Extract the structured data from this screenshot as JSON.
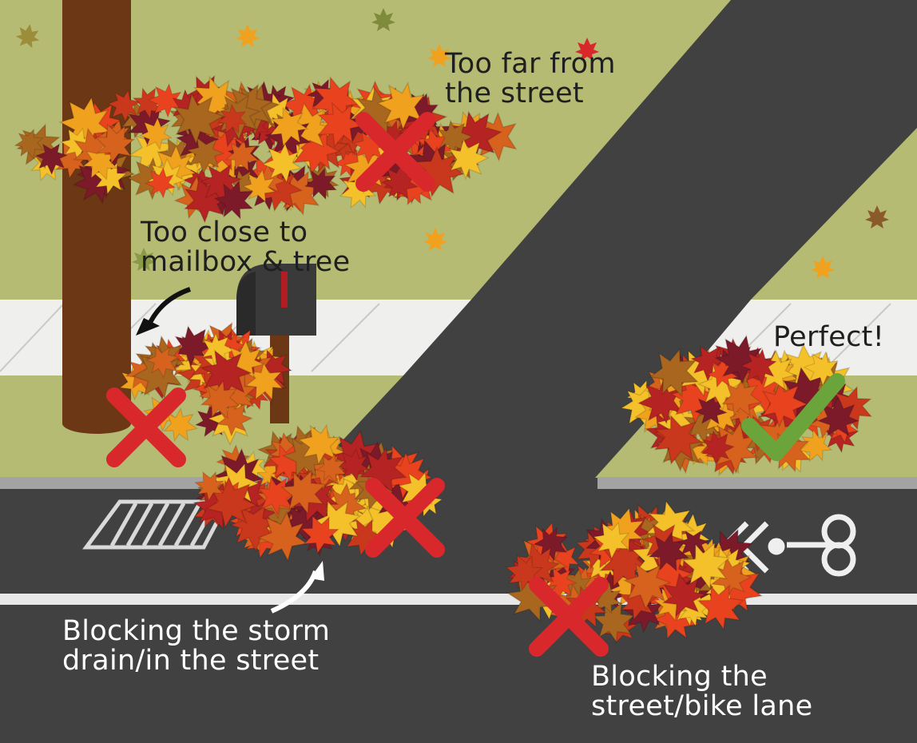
{
  "colors": {
    "grass": "#b6bb74",
    "road": "#414141",
    "sidewalk": "#efefed",
    "curb": "#a3a3a3",
    "trunk": "#6b3714",
    "mailbox": "#3a3a3a",
    "lane_line": "#e8e8e8",
    "x_mark": "#d8282c",
    "check_mark": "#6aa43a"
  },
  "labels": {
    "too_far": "Too far from\nthe street",
    "too_close": "Too close to\nmailbox & tree",
    "perfect": "Perfect!",
    "storm_drain": "Blocking the storm\ndrain/in the street",
    "bike_lane": "Blocking the\nstreet/bike lane"
  },
  "piles": [
    {
      "id": "pile-far-from-street",
      "verdict": "wrong"
    },
    {
      "id": "pile-near-mailbox",
      "verdict": "wrong"
    },
    {
      "id": "pile-storm-drain",
      "verdict": "wrong"
    },
    {
      "id": "pile-bike-lane",
      "verdict": "wrong"
    },
    {
      "id": "pile-perfect",
      "verdict": "correct"
    }
  ]
}
